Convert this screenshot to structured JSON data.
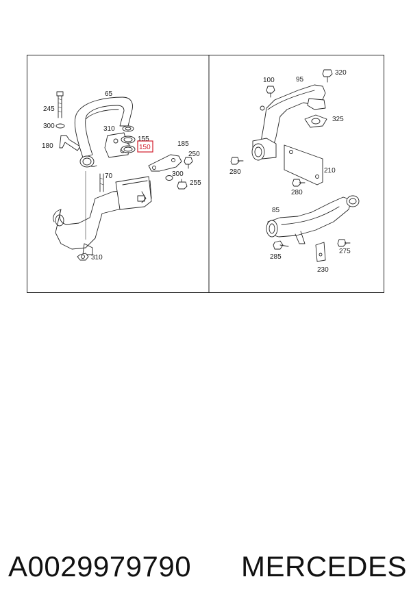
{
  "diagram": {
    "left_panel": {
      "callouts": [
        "65",
        "245",
        "300",
        "310",
        "155",
        "180",
        "150",
        "185",
        "250",
        "70",
        "300",
        "255",
        "310"
      ],
      "highlighted_callout": "150",
      "highlight_color": "#d11a2a"
    },
    "right_panel": {
      "callouts": [
        "100",
        "95",
        "320",
        "325",
        "280",
        "210",
        "280",
        "85",
        "285",
        "275",
        "230"
      ]
    }
  },
  "footer": {
    "part_number": "A0029979790",
    "brand": "MERCEDES"
  }
}
